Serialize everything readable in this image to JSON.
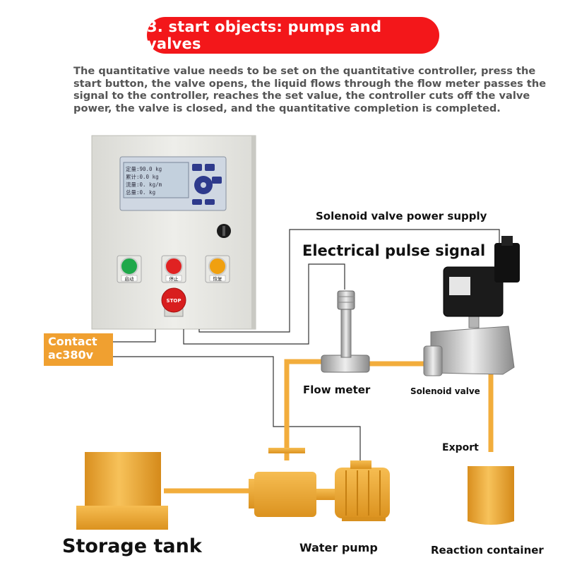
{
  "header": {
    "title": "3. start objects: pumps and valves"
  },
  "description": "The quantitative value needs to be set on the quantitative controller, press the start button, the valve opens, the liquid flows through the flow meter passes the signal to the controller, reaches the set value, the controller cuts off the valve power, the valve is closed, and the quantitative completion is completed.",
  "controller": {
    "display_lines": [
      "定量:90.0 kg",
      "累计:0.0 kg",
      "流量:0. kg/m",
      "总量:0. kg"
    ],
    "buttons": [
      {
        "label": "启动",
        "color": "#1fa84a"
      },
      {
        "label": "停止",
        "color": "#e02222"
      },
      {
        "label": "恢复",
        "color": "#f0a010"
      }
    ],
    "estop_label": "STOP"
  },
  "labels": {
    "solenoid_power": "Solenoid valve power supply",
    "pulse_signal": "Electrical pulse signal",
    "contact_line1": "Contact",
    "contact_line2": "ac380v",
    "flow_meter": "Flow meter",
    "solenoid_valve": "Solenoid valve",
    "export": "Export",
    "storage_tank": "Storage tank",
    "water_pump": "Water pump",
    "reaction_container": "Reaction container"
  },
  "colors": {
    "banner": "#f3171a",
    "pipe": "#f2ad3c",
    "equipment": "#e9a93a",
    "contact_box": "#f0a030"
  }
}
